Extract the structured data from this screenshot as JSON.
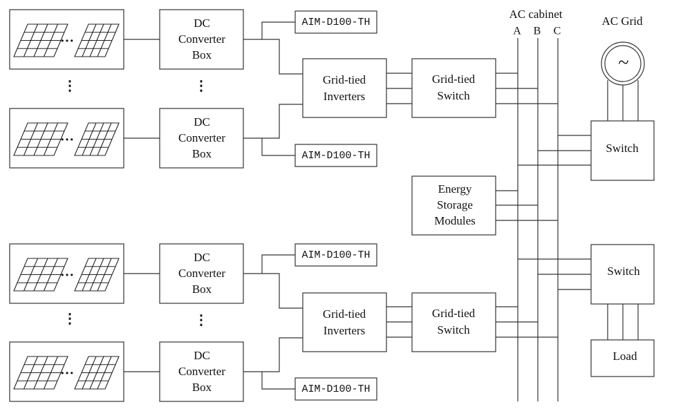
{
  "dc_box": {
    "l1": "DC",
    "l2": "Converter",
    "l3": "Box"
  },
  "monitor_label": "AIM-D100-TH",
  "inverter": {
    "l1": "Grid-tied",
    "l2": "Inverters"
  },
  "gt_switch": {
    "l1": "Grid-tied",
    "l2": "Switch"
  },
  "energy": {
    "l1": "Energy",
    "l2": "Storage",
    "l3": "Modules"
  },
  "ac_cabinet": {
    "title": "AC cabinet",
    "phase_a": "A",
    "phase_b": "B",
    "phase_c": "C"
  },
  "ac_grid": {
    "title": "AC Grid",
    "symbol": "~"
  },
  "switch_label": "Switch",
  "load_label": "Load",
  "ellipsis": "⋮",
  "panel_dots": "…"
}
